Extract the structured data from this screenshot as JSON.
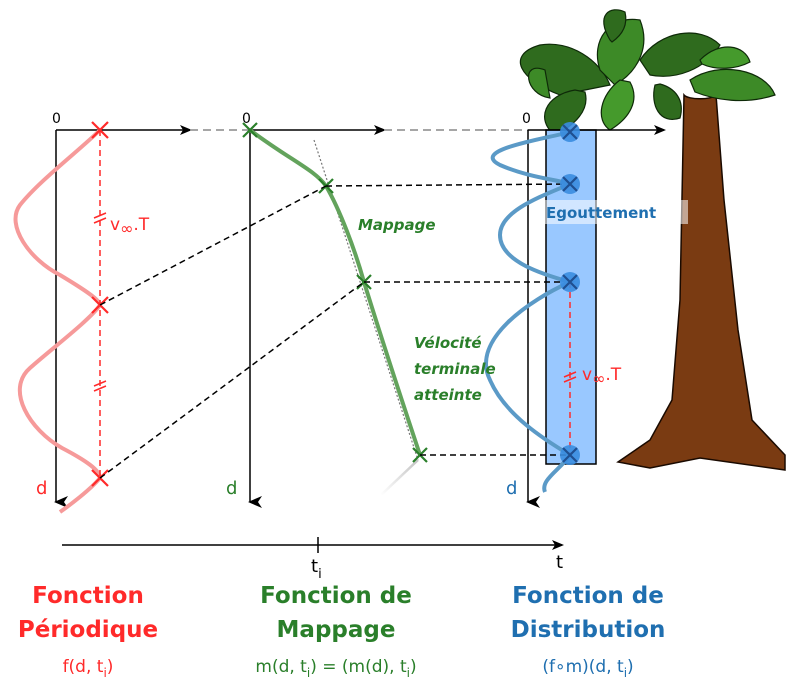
{
  "colors": {
    "red": "#ff2a2a",
    "pink": "#f69a9a",
    "green": "#2a7f2a",
    "green_curve": "#63a35c",
    "blue": "#1f6fb0",
    "blue_curve": "#5b9ac7",
    "blue_fill": "#99c8ff",
    "trunk": "#7a3b12",
    "leaf": "#2f6b1e"
  },
  "axes": {
    "zero": "0",
    "d": "d",
    "t": "t",
    "t_i_base": "t",
    "t_i_sub": "i"
  },
  "annotations": {
    "period_v": "v",
    "period_sub": "∞",
    "period_rest": ".T",
    "mappage": "Mappage",
    "egouttement": "Egouttement",
    "velocite_1": "Vélocité",
    "velocite_2": "terminale",
    "velocite_3": "atteinte"
  },
  "columns": {
    "periodique": {
      "title_1": "Fonction",
      "title_2": "Périodique",
      "formula_a": "f(d, t",
      "formula_sub": "i",
      "formula_b": ")"
    },
    "mappage": {
      "title_1": "Fonction de",
      "title_2": "Mappage",
      "formula_a": "m(d, t",
      "formula_sub": "i",
      "formula_b": ") = (m(d), t",
      "formula_sub2": "i",
      "formula_c": ")"
    },
    "distribution": {
      "title_1": "Fonction de",
      "title_2": "Distribution",
      "formula_a": "(f∘m)(d, t",
      "formula_sub": "i",
      "formula_b": ")"
    }
  }
}
